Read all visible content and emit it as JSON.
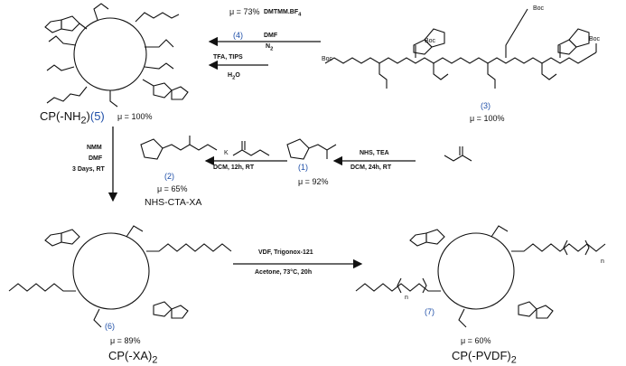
{
  "labels": {
    "mu73": "μ = 73%",
    "dmtmm": "DMTMM.BF",
    "dmtmm_sub": "4",
    "cmp4": "(4)",
    "dmf": "DMF",
    "n2": "N",
    "n2_sub": "2",
    "tfa": "TFA, TIPS",
    "h2o": "H",
    "h2o_sub": "2",
    "h2o_tail": "O",
    "cp_nh2": "CP(-NH",
    "cp_nh2_sub": "2",
    "cp_nh2_close": ")",
    "cmp5": "(5)",
    "mu100a": "μ = 100%",
    "cmp3": "(3)",
    "mu100b": "μ = 100%",
    "nms": "NHS, TEA",
    "dcm24": "DCM, 24h, RT",
    "cmp1": "(1)",
    "mu92": "μ = 92%",
    "dcm12": "DCM, 12h, RT",
    "cmp2": "(2)",
    "mu65": "μ = 65%",
    "nhscta": "NHS-CTA-XA",
    "nmm": "NMM",
    "dmf2": "DMF",
    "days": "3 Days, RT",
    "vdf": "VDF, Trigonox-",
    "vdf_num": "121",
    "acetone": "Acetone, 73°C, 20h",
    "cmp6": "(6)",
    "mu89": "μ = 89%",
    "cpxa": "CP(-XA)",
    "cpxa_sub": "2",
    "cmp7": "(7)",
    "mu60": "μ = 60%",
    "cppvdf": "CP(-PVDF)",
    "cppvdf_sub": "2",
    "kplus": "K",
    "boc": "Boc",
    "n_repeat": "n"
  },
  "colors": {
    "compound_number": "#1f4fa8",
    "ink": "#111111"
  }
}
